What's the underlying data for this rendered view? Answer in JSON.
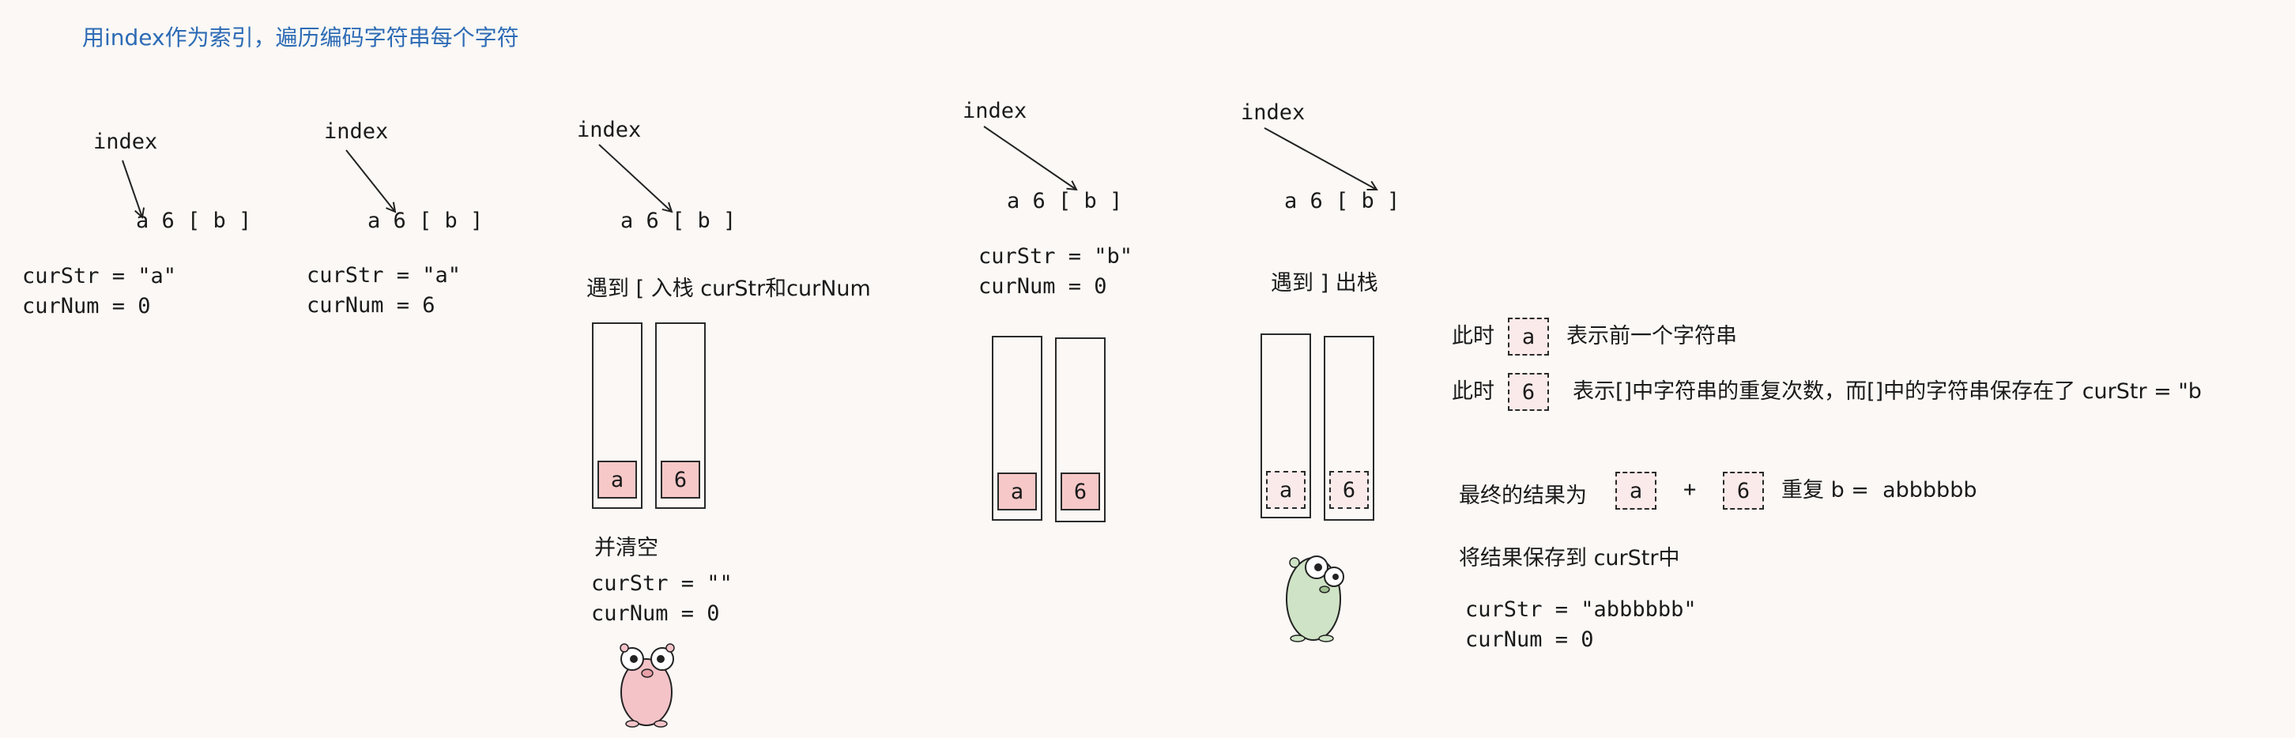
{
  "title": "用index作为索引，遍历编码字符串每个字符",
  "step1": {
    "pointer": "index",
    "string": "a 6 [ b ]",
    "cur_str": "curStr = \"a\"",
    "cur_num": "curNum = 0"
  },
  "step2": {
    "pointer": "index",
    "string": "a 6 [ b ]",
    "cur_str": "curStr = \"a\"",
    "cur_num": "curNum = 6"
  },
  "step3": {
    "pointer": "index",
    "string": "a 6 [ b ]",
    "action": "遇到 [ 入栈 curStr和curNum",
    "stack_str_top": "a",
    "stack_num_top": "6",
    "clear_note": "并清空",
    "cur_str": "curStr = \"\"",
    "cur_num": "curNum = 0"
  },
  "step4": {
    "pointer": "index",
    "string": "a 6 [ b ]",
    "cur_str": "curStr = \"b\"",
    "cur_num": "curNum = 0",
    "stack_str_top": "a",
    "stack_num_top": "6"
  },
  "step5": {
    "pointer": "index",
    "string": "a 6 [ b ]",
    "action": "遇到 ] 出栈",
    "stack_str_top": "a",
    "stack_num_top": "6"
  },
  "explain": {
    "line1_prefix": "此时",
    "line1_box": "a",
    "line1_suffix": "表示前一个字符串",
    "line2_prefix": "此时",
    "line2_box": "6",
    "line2_suffix": "表示[]中字符串的重复次数，而[]中的字符串保存在了 curStr = \"b",
    "result_prefix": "最终的结果为",
    "result_box1": "a",
    "plus": "+",
    "result_box2": "6",
    "result_suffix": "重复 b =  abbbbbb",
    "save_note": "将结果保存到 curStr中",
    "final_cur_str": "curStr = \"abbbbbb\"",
    "final_cur_num": "curNum = 0"
  },
  "colors": {
    "title": "#2d6bb5",
    "stack_cell": "#f6c8c8",
    "gopher_pink": "#f3c3c8",
    "gopher_green": "#cfe3c6"
  }
}
